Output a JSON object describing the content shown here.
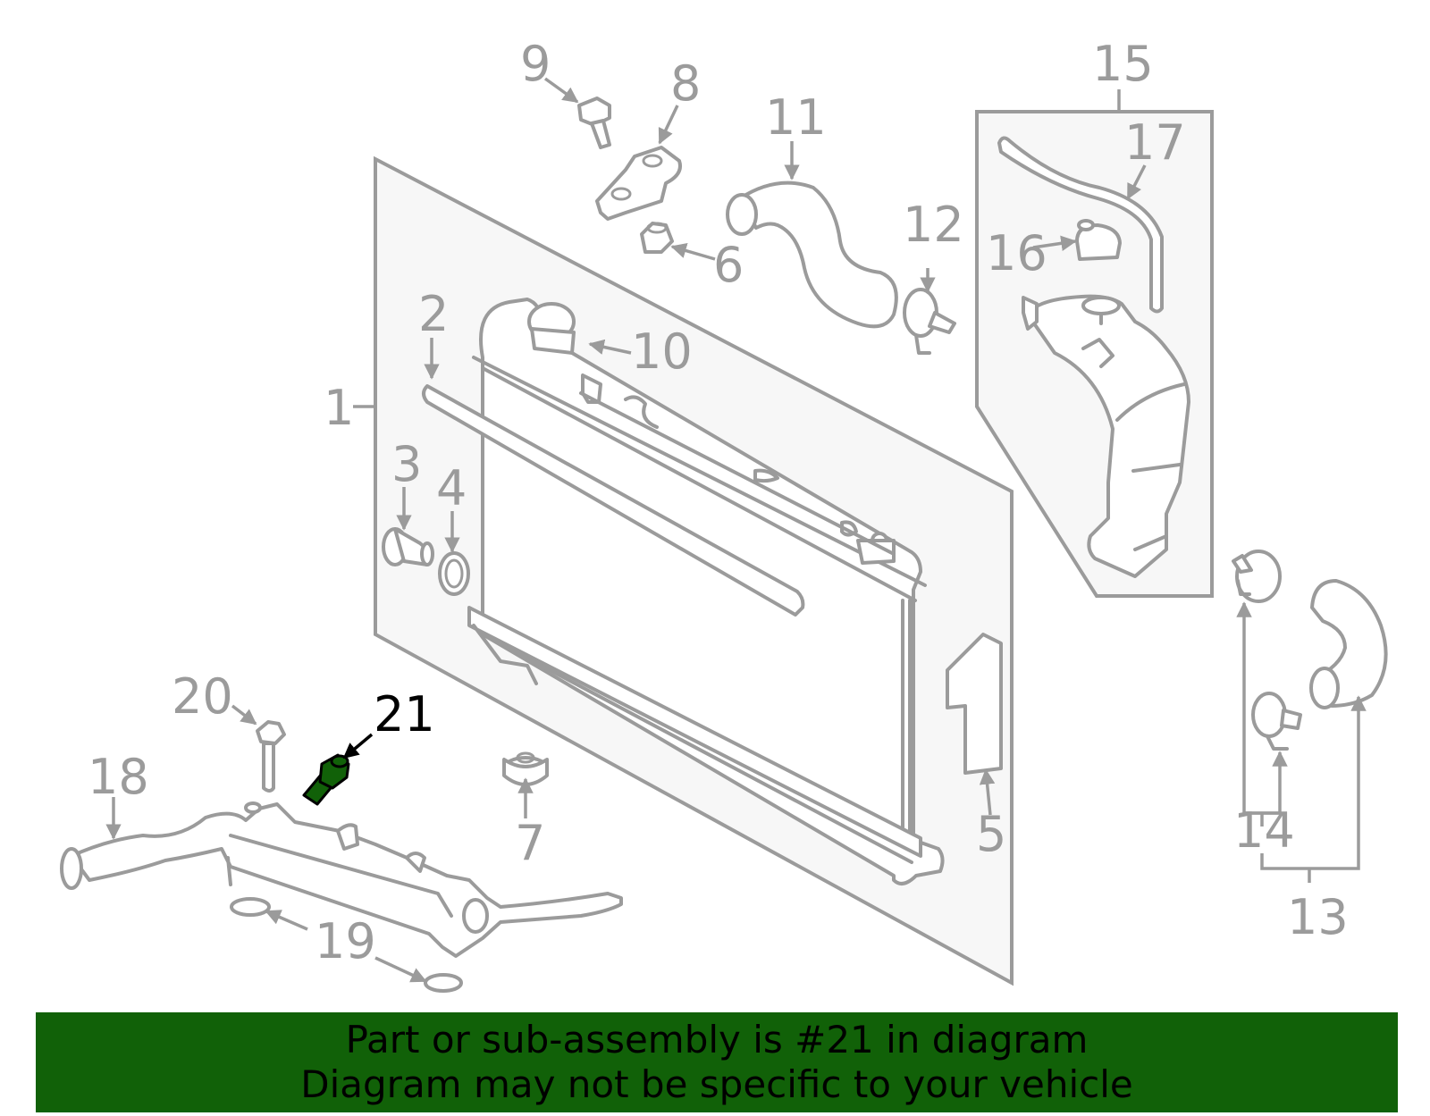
{
  "banner": {
    "line1": "Part or sub-assembly is #21 in diagram",
    "line2": "Diagram may not be specific to your vehicle",
    "background": "#116108"
  },
  "colors": {
    "part_outline": "#9b9b9b",
    "highlight_part": "#116108",
    "panel_fill": "#f7f7f7"
  },
  "highlighted_callout": "21",
  "callouts": [
    {
      "id": "1",
      "label": "1"
    },
    {
      "id": "2",
      "label": "2"
    },
    {
      "id": "3",
      "label": "3"
    },
    {
      "id": "4",
      "label": "4"
    },
    {
      "id": "5",
      "label": "5"
    },
    {
      "id": "6",
      "label": "6"
    },
    {
      "id": "7",
      "label": "7"
    },
    {
      "id": "8",
      "label": "8"
    },
    {
      "id": "9",
      "label": "9"
    },
    {
      "id": "10",
      "label": "10"
    },
    {
      "id": "11",
      "label": "11"
    },
    {
      "id": "12",
      "label": "12"
    },
    {
      "id": "13",
      "label": "13"
    },
    {
      "id": "14",
      "label": "14"
    },
    {
      "id": "15",
      "label": "15"
    },
    {
      "id": "16",
      "label": "16"
    },
    {
      "id": "17",
      "label": "17"
    },
    {
      "id": "18",
      "label": "18"
    },
    {
      "id": "19",
      "label": "19"
    },
    {
      "id": "20",
      "label": "20"
    },
    {
      "id": "21",
      "label": "21"
    }
  ]
}
